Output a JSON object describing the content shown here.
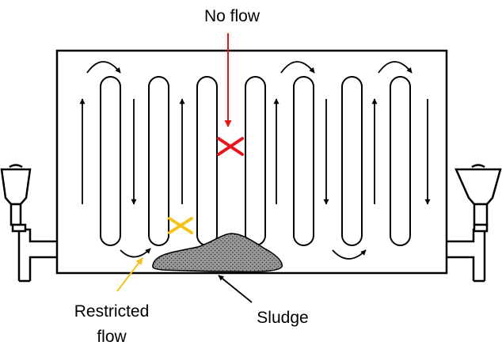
{
  "labels": {
    "no_flow": "No flow",
    "restricted_line1": "Restricted",
    "restricted_line2": "flow",
    "sludge": "Sludge"
  },
  "colors": {
    "outline": "#000000",
    "no_flow_marker": "#e8161b",
    "restricted_marker": "#f5c21b",
    "sludge_fill": "#9a9a9a"
  },
  "icons": {
    "no_flow_marker": "x-mark",
    "restricted_marker": "x-mark",
    "left_valve": "valve-icon",
    "right_valve": "valve-icon"
  }
}
